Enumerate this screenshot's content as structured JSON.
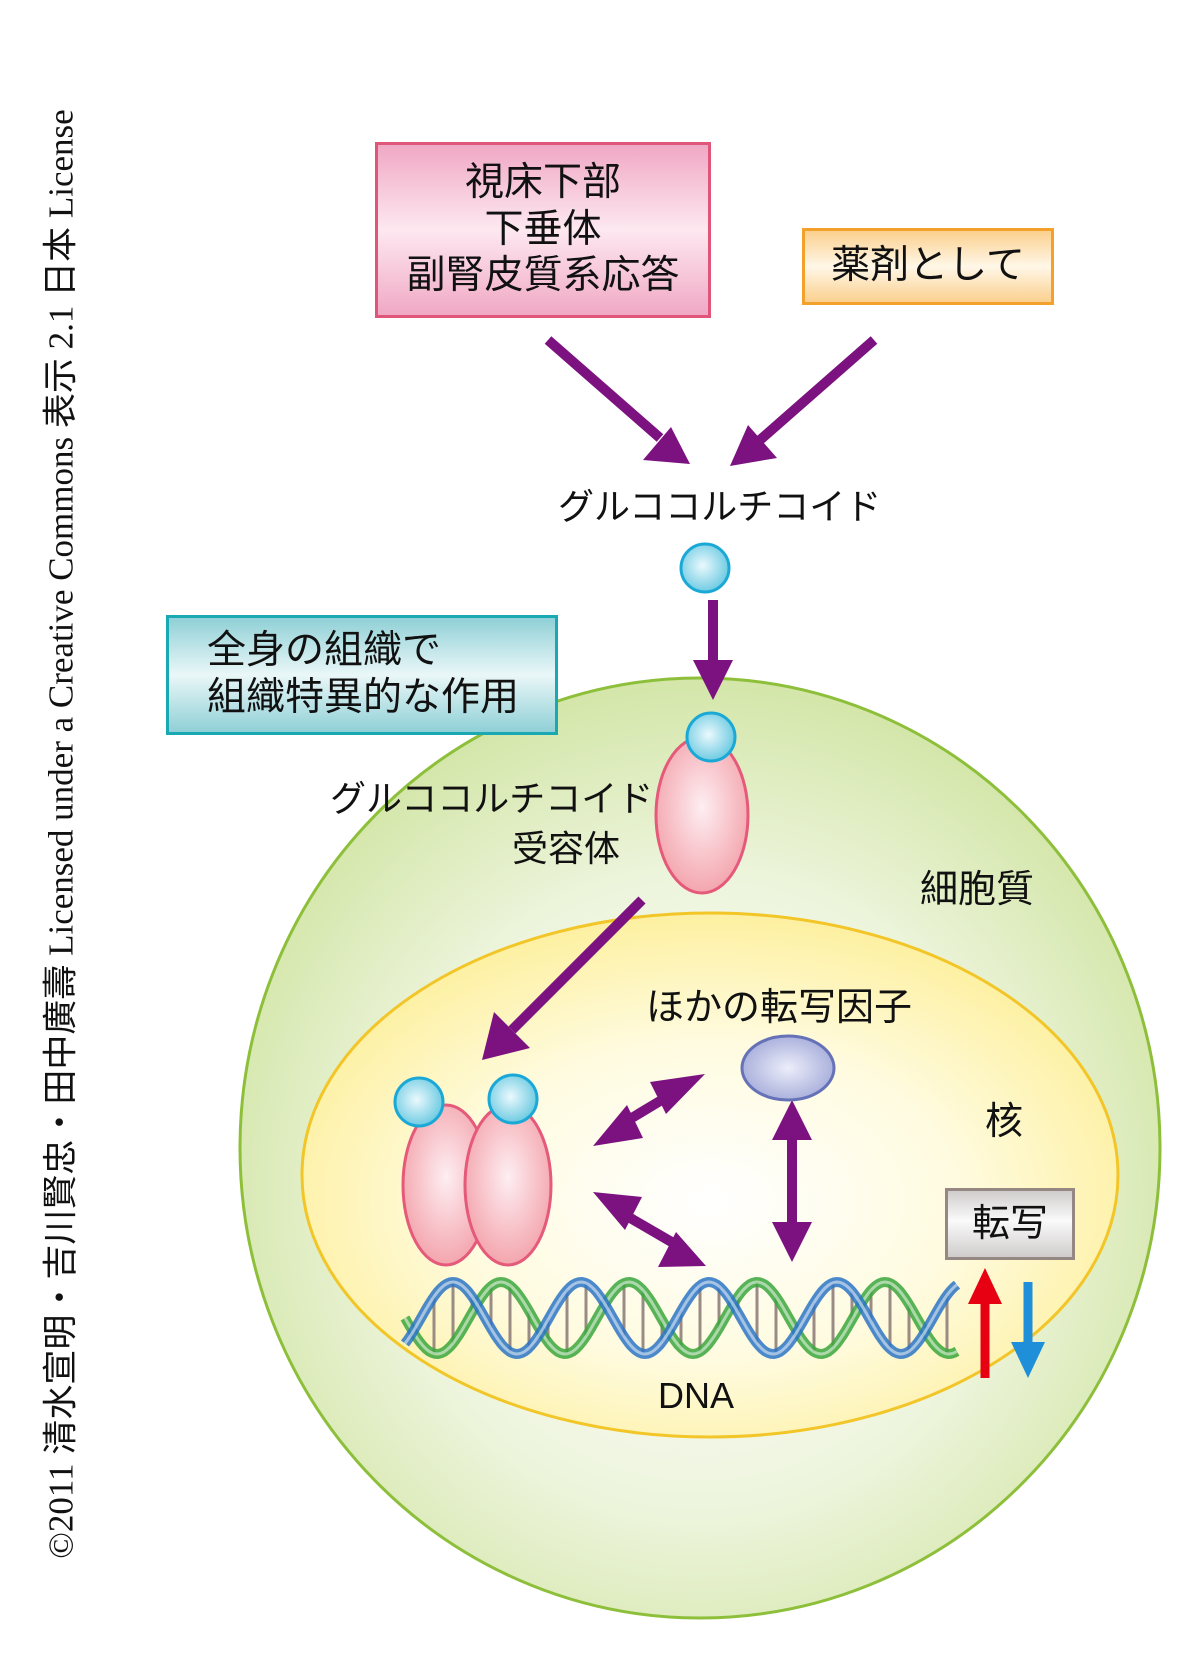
{
  "credit": "©2011 清水宣明・吉川賢忠・田中廣壽 Licensed under a Creative Commons 表示 2.1 日本 License",
  "sources": {
    "hpa": {
      "lines": [
        "視床下部",
        "下垂体",
        "副腎皮質系応答"
      ]
    },
    "drug": {
      "label": "薬剤として"
    }
  },
  "labels": {
    "glucocorticoid": "グルココルチコイド",
    "receptor": [
      "グルココルチコイド",
      "受容体"
    ],
    "cytoplasm": "細胞質",
    "nucleus": "核",
    "other_tf": "ほかの転写因子",
    "dna": "DNA"
  },
  "effect_box": {
    "lines": [
      "全身の組織で",
      "組織特異的な作用"
    ]
  },
  "transcription_box": {
    "label": "転写"
  },
  "colors": {
    "arrow": "#7b1280",
    "up_arrow": "#e60012",
    "down_arrow": "#1e8fd8",
    "cell_border": "#8dbf3a",
    "nucleus_border": "#f2c628",
    "receptor_fill": "#f4a9b0",
    "receptor_border": "#e55a7a",
    "ligand_fill": "#7fd1e6",
    "ligand_border": "#1aa9d6",
    "tf_fill": "#a9b0dc",
    "tf_border": "#6672b8",
    "dna_blue": "#2b74c6",
    "dna_green": "#3aa63c",
    "dna_rung": "#9a8c84"
  }
}
